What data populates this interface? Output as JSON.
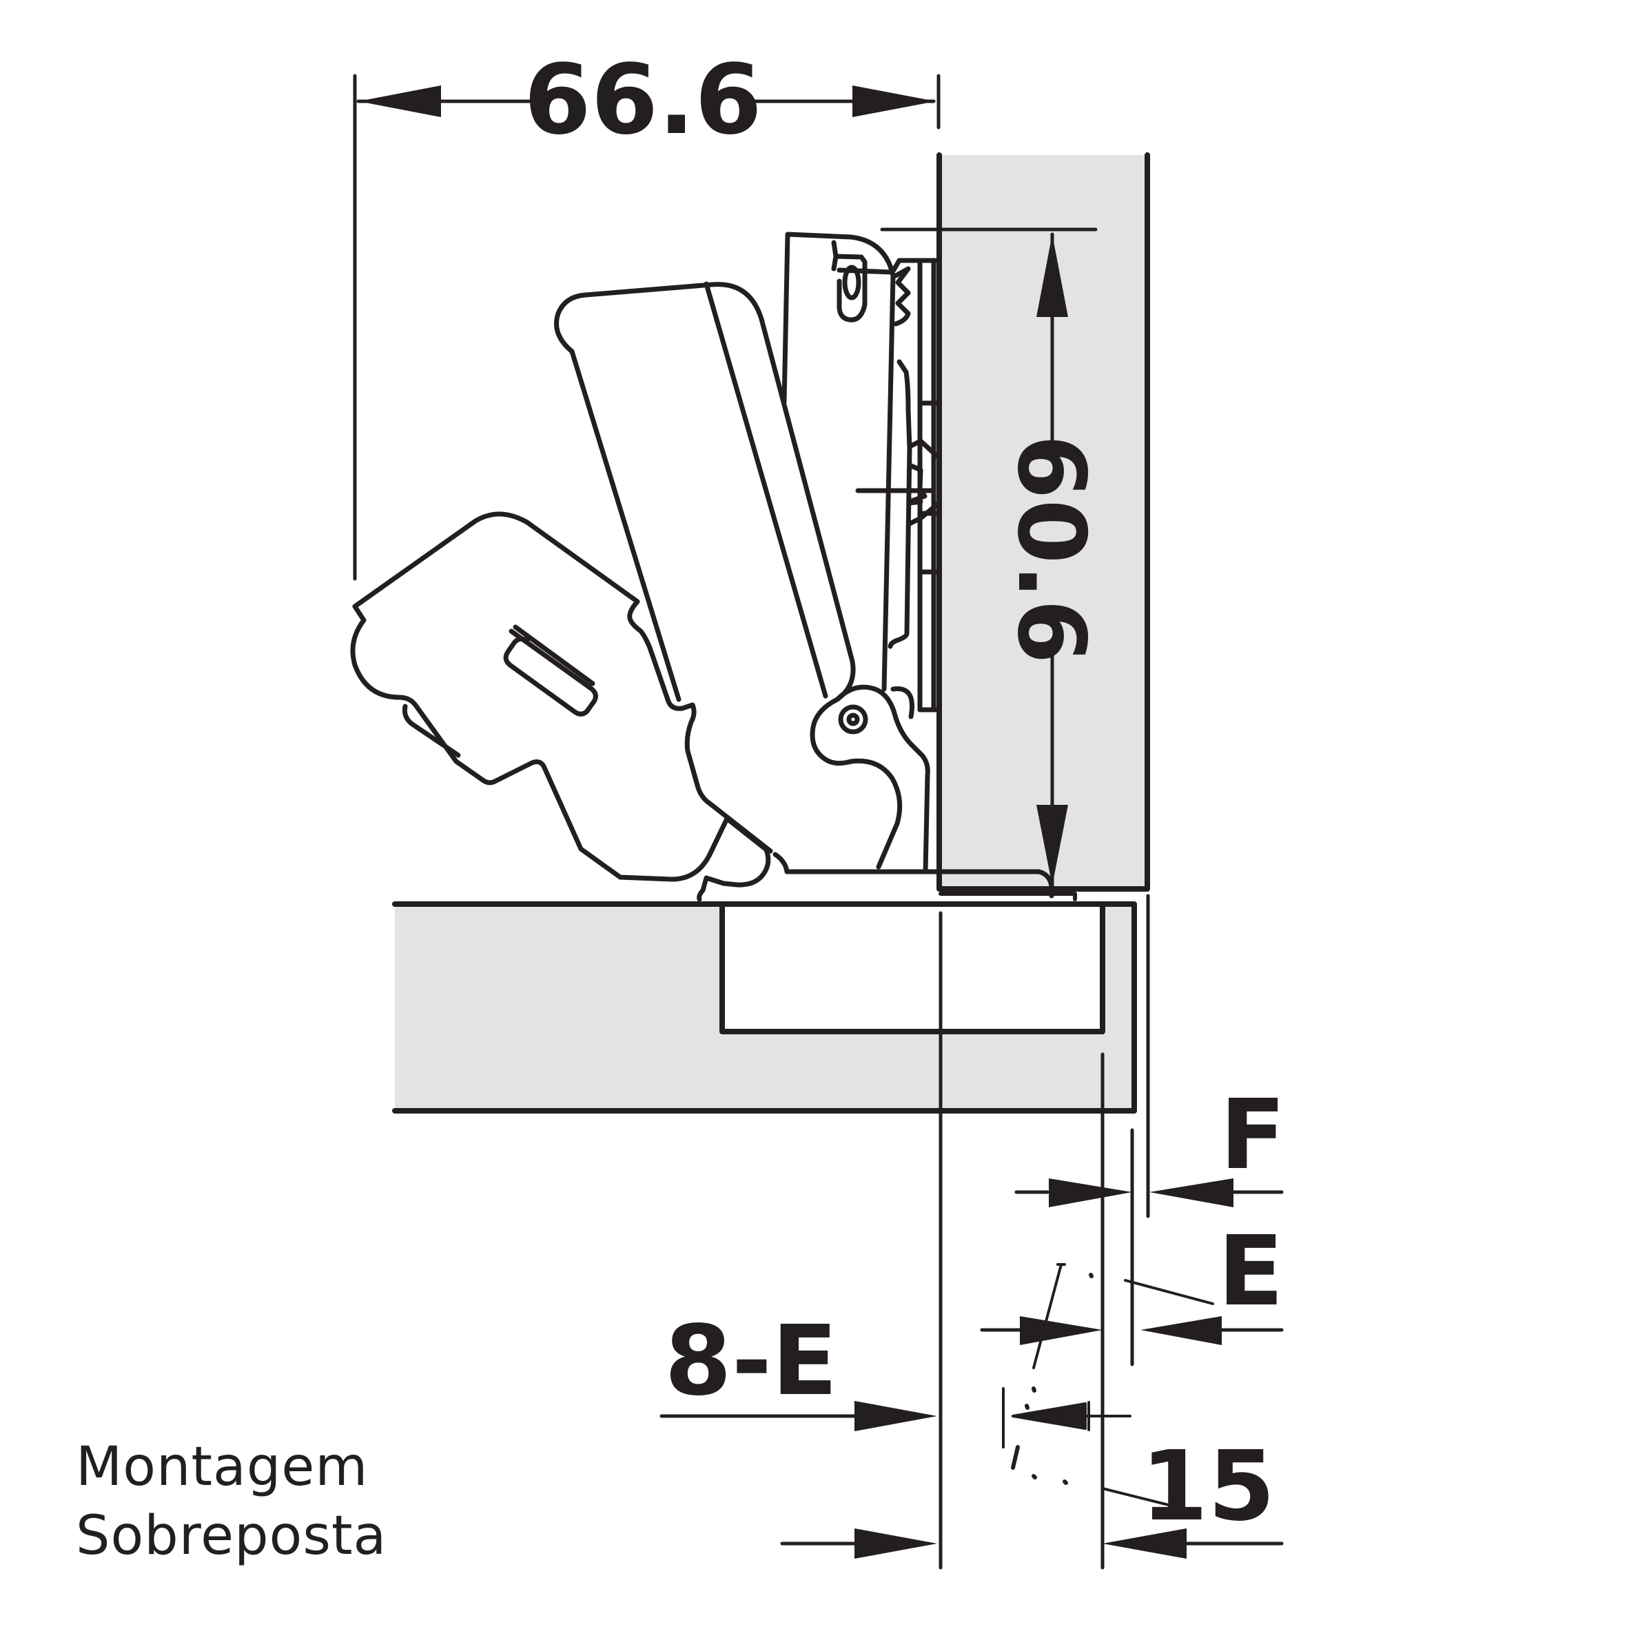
{
  "diagram": {
    "dimensions": {
      "width_top": "66.6",
      "height_side": "60.6",
      "f": "F",
      "e": "E",
      "eight_minus_e": "8-E",
      "fifteen": "15"
    },
    "caption": {
      "line1": "Montagem",
      "line2": "Sobreposta"
    },
    "colors": {
      "line": "#231f20",
      "panel_fill": "#e3e3e4"
    }
  }
}
